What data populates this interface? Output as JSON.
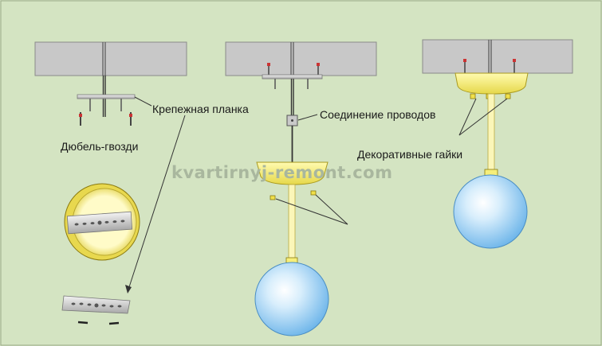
{
  "labels": {
    "mounting_plate": "Крепежная планка",
    "dowel_nails": "Дюбель-гвозди",
    "wire_connection": "Соединение проводов",
    "decorative_nuts": "Декоративные гайки"
  },
  "watermark": "kvartirnyj-remont.com",
  "colors": {
    "background": "#d4e4c2",
    "ceiling": "#c7c7c7",
    "canopy": "#f6f27a",
    "globe": "#9fd0f2",
    "plate": "#cfcfcf"
  }
}
